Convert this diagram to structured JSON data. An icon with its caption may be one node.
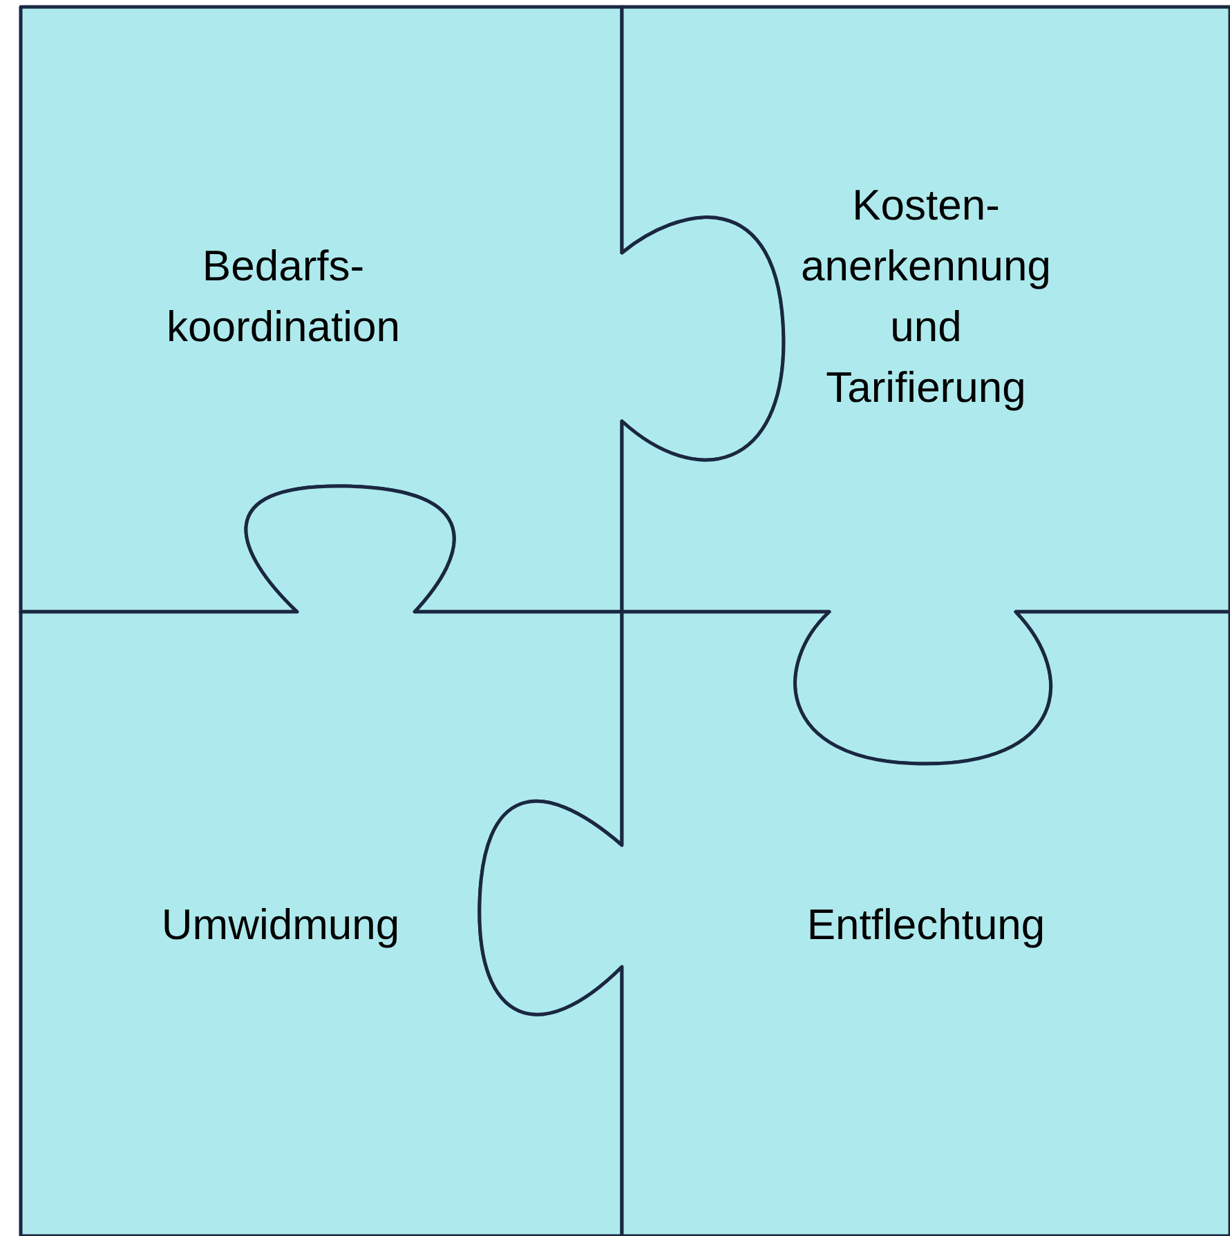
{
  "diagram": {
    "nodes": [
      {
        "text": [
          "Bedarfs- koordination"
        ]
      },
      {
        "text": [
          "Kosten- anerkennung und Tarifierung"
        ]
      },
      {
        "text": [
          "Umwidmung"
        ]
      },
      {
        "text": [
          "Entflechtung"
        ]
      }
    ]
  }
}
